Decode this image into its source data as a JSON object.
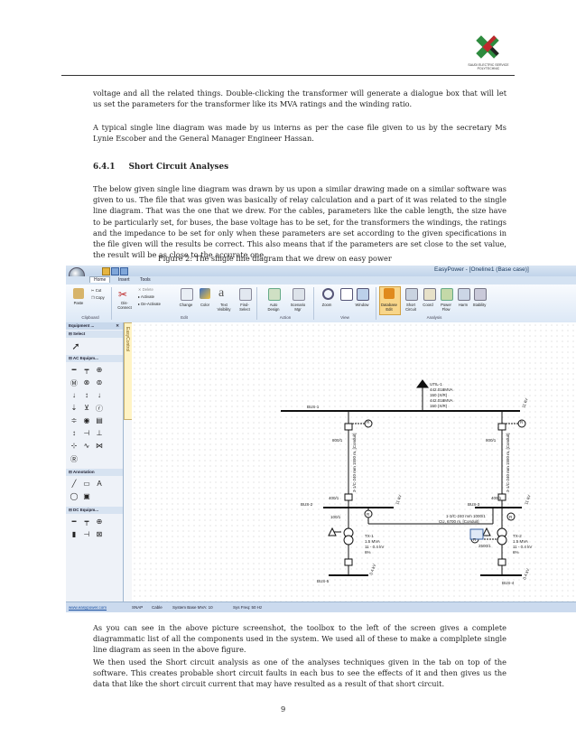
{
  "header": {
    "logo_caption": "SAUDI ELECTRIC SERVICE POLYTECHNIC"
  },
  "paragraphs": {
    "p1": "voltage and all the related things. Double-clicking the transformer will generate a dialogue box that will let us set the parameters for the transformer like its MVA ratings and the winding ratio.",
    "p2": "A typical single line diagram was made by us interns as per the case file given to us by the secretary Ms Lynie Escober and the General Manager Engineer Hassan.",
    "section_number": "6.4.1",
    "section_title": "Short Circuit Analyses",
    "p3": "The below given single line diagram was drawn by us upon a similar drawing made on a similar software was given to us. The file that was given was basically of relay calculation and a part of it was related to the single line diagram. That was the one that we drew. For the cables, parameters like the cable length, the size have to be particularly set, for buses, the base voltage has to be set, for the transformers the windings, the ratings and the impedance to be set for only when these parameters are set according to the given specifications in the file given will the results be correct. This also means that if the parameters are set close to the set value, the result will be as close to the accurate one.",
    "figure_caption": "Figure 2: The single line diagram that we drew on easy power",
    "p4": "As you can see in the above picture screenshot, the toolbox to the left of the screen gives a complete diagrammatic list of all the components used in the system. We used all of these to make a complplete single line diagram as seen in the above figure.",
    "p5": "We then used the Short circuit analysis as one of the analyses techniques given in the tab on top of the software. This creates probable short circuit faults in each bus to see the effects of it and then gives us the data that like the short circuit current that may have resulted as a result of that short circuit.",
    "page_number": "9"
  },
  "app": {
    "title": "EasyPower - [Oneline1 (Base case)]",
    "tabs": [
      "Home",
      "Insert",
      "Tools"
    ],
    "ribbon": {
      "paste": "Paste",
      "cut": "Cut",
      "copy": "Copy",
      "disconnect": "Dis-\nConnect",
      "delete": "Delete",
      "activate": "Activate",
      "deactivate": "De-Activate",
      "change": "Change",
      "color": "Color",
      "text_visibility": "Text\nVisibility",
      "find_select": "Find-\nSelect",
      "auto_design": "Auto\nDesign",
      "scenario_mgr": "Scenario\nMgr",
      "zoom": "Zoom",
      "window": "Window",
      "database_edit": "Database\nEdit",
      "short_circuit": "Short\nCircuit",
      "coord": "Coord",
      "power_flow": "Power\nFlow",
      "harm": "Harm",
      "stability": "Stability",
      "groups": [
        "Clipboard",
        "Edit",
        "Action",
        "View",
        "Analysis"
      ]
    },
    "toolbox": {
      "title": "Equipment ...",
      "select": "Select",
      "ac_equipment": "AC Equipm...",
      "annotation": "Annotation",
      "dc_equipment": "DC Equipm..."
    },
    "easycontrol": "EasyControl",
    "status": {
      "url": "www.easypower.com",
      "snap": "SNAP",
      "cable": "Cable",
      "base": "System Base MVA: 10",
      "freq": "Sys Freq: 50 Hz"
    },
    "diagram": {
      "util_label": "UTIL-1",
      "util_lines": [
        "442.018MVA",
        "150 (X/R)",
        "442.018MVA",
        "150 (X/R)"
      ],
      "bus1": "BUS-1",
      "bus2": "BUS-2",
      "bus3": "BUS-3",
      "bus4": "BUS-4",
      "bus5": "BUS-5",
      "kv11": "11 kV",
      "kv04": "0.4 kV",
      "ct800a": "800/1",
      "ct800b": "800/1",
      "ct400a": "400/1",
      "ct400b": "400/1",
      "ct1000": "1000/1",
      "ct100": "100/1",
      "ct2500": "2500/1",
      "cable_left": "3-1/C-240 mm 1550 m, [Conduit]",
      "cable_right": "3-1/C-240 mm 1550 m, [Conduit]",
      "cable_mid1": "1-3/C-240 mm",
      "cable_mid2": "CU, 6700 m, [Conduit]",
      "tx1": [
        "TX-1",
        "1.5 MVA",
        "11 - 0.4 kV",
        "6%"
      ],
      "tx2": [
        "TX-2",
        "1.5 MVA",
        "11 - 0.4 kV",
        "6%"
      ],
      "relay": "R"
    }
  }
}
